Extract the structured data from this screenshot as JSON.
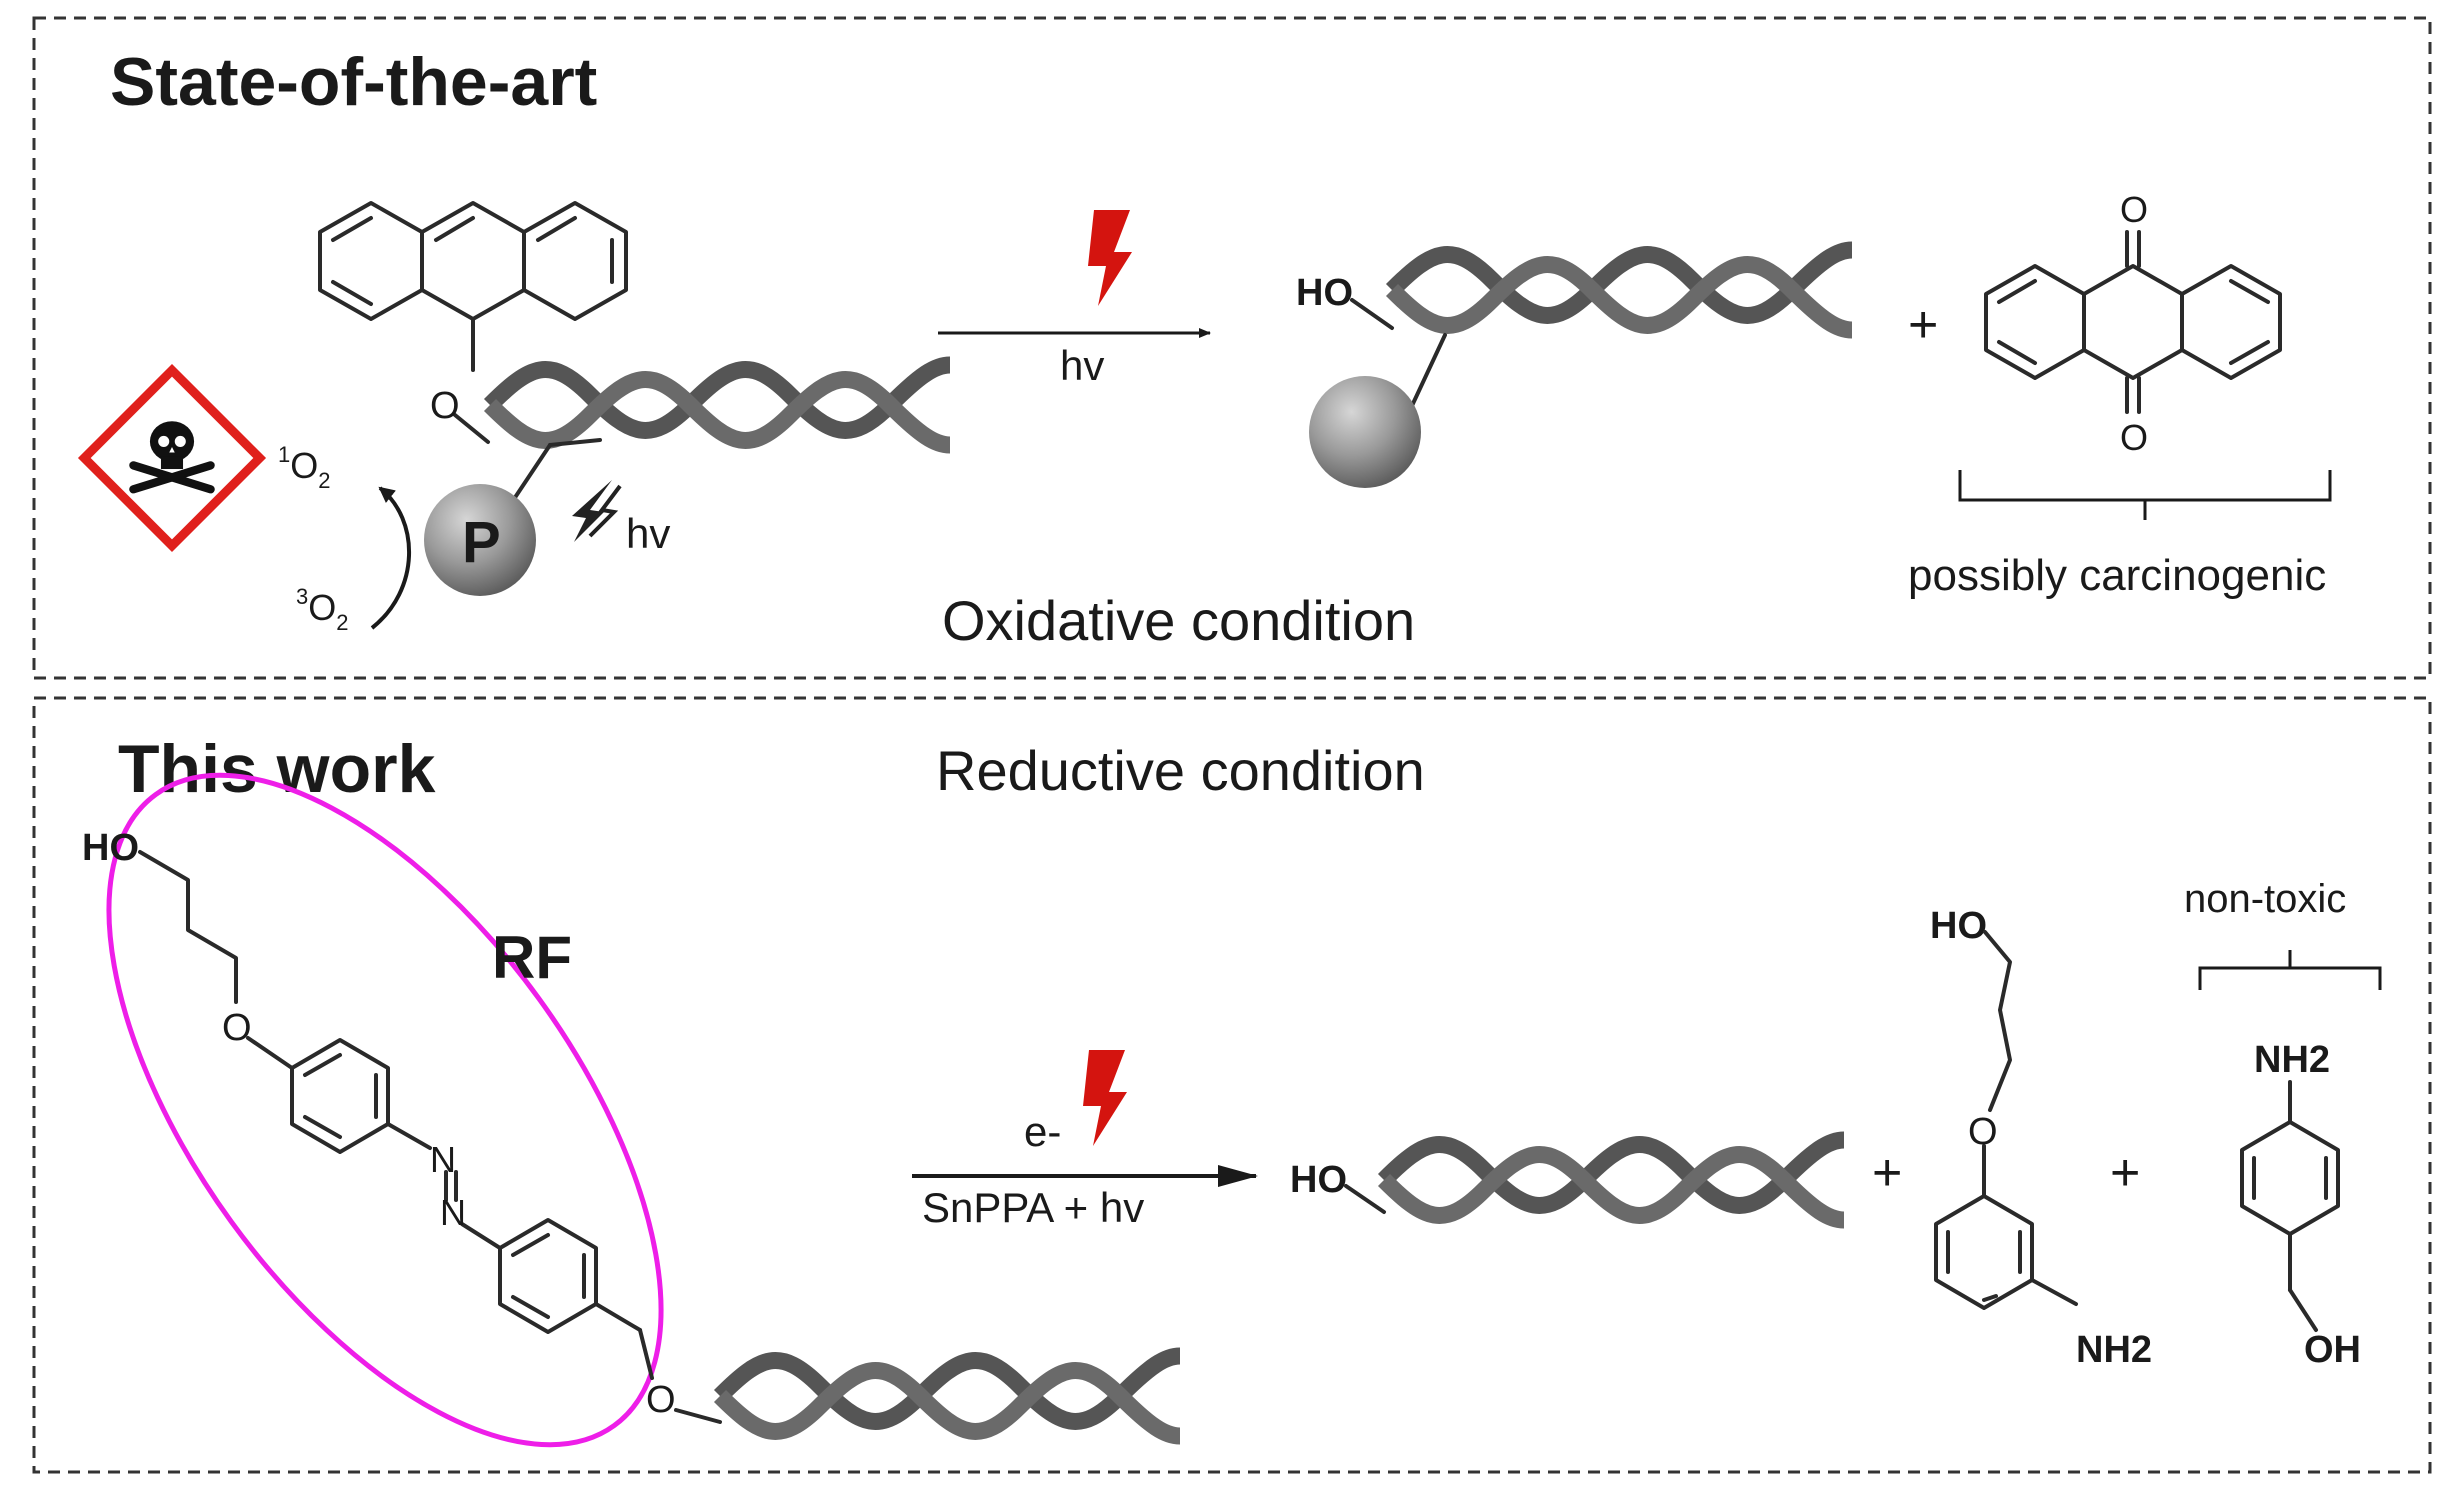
{
  "panel_top": {
    "title": "State-of-the-art",
    "reagent_label": "hv",
    "photosensitizer_label": "P",
    "photosensitizer_hv": "hv",
    "singlet_oxygen": {
      "sup": "1",
      "base": "O",
      "sub": "2"
    },
    "triplet_oxygen": {
      "sup": "3",
      "base": "O",
      "sub": "2"
    },
    "product_hydroxyl": "HO",
    "plus": "+",
    "byproduct_note": "possibly carcinogenic",
    "condition": "Oxidative condition",
    "oxygen_atom": "O"
  },
  "panel_bottom": {
    "title": "This work",
    "condition": "Reductive condition",
    "linker_label": "RF",
    "linker_hydroxyl": "HO",
    "arrow_top_label": "e-",
    "arrow_bottom_label": "SnPPA + hv",
    "product_hydroxyl": "HO",
    "plus_1": "+",
    "plus_2": "+",
    "aminophenol_hydroxyl": "HO",
    "aminophenol_amine": "NH2",
    "benzylamine_amine": "NH2",
    "benzylamine_hydroxyl": "OH",
    "byproduct_note": "non-toxic",
    "oxygen_atom": "O",
    "nitrogen_atom": "N"
  },
  "colors": {
    "hazard_red": "#e0201c",
    "lightning_red": "#d4140f",
    "linker_magenta": "#ee1ee8",
    "dna_gray": "#555555",
    "sphere_gray": "#8c8c8c"
  }
}
